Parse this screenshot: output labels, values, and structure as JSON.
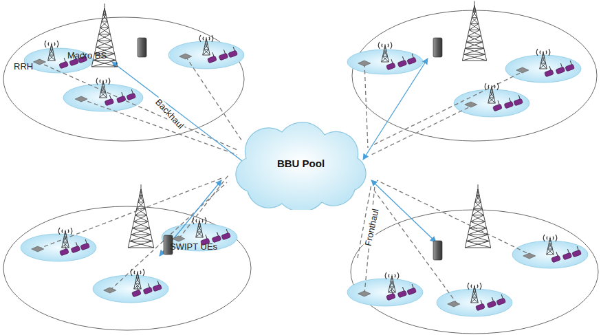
{
  "diagram": {
    "nodes": [
      {
        "text": [
          "BBU Pool"
        ]
      }
    ],
    "labels": [
      "RRH",
      "Macro BS",
      "Backhaul",
      "SWIPT UEs",
      "Fronthaul"
    ]
  }
}
